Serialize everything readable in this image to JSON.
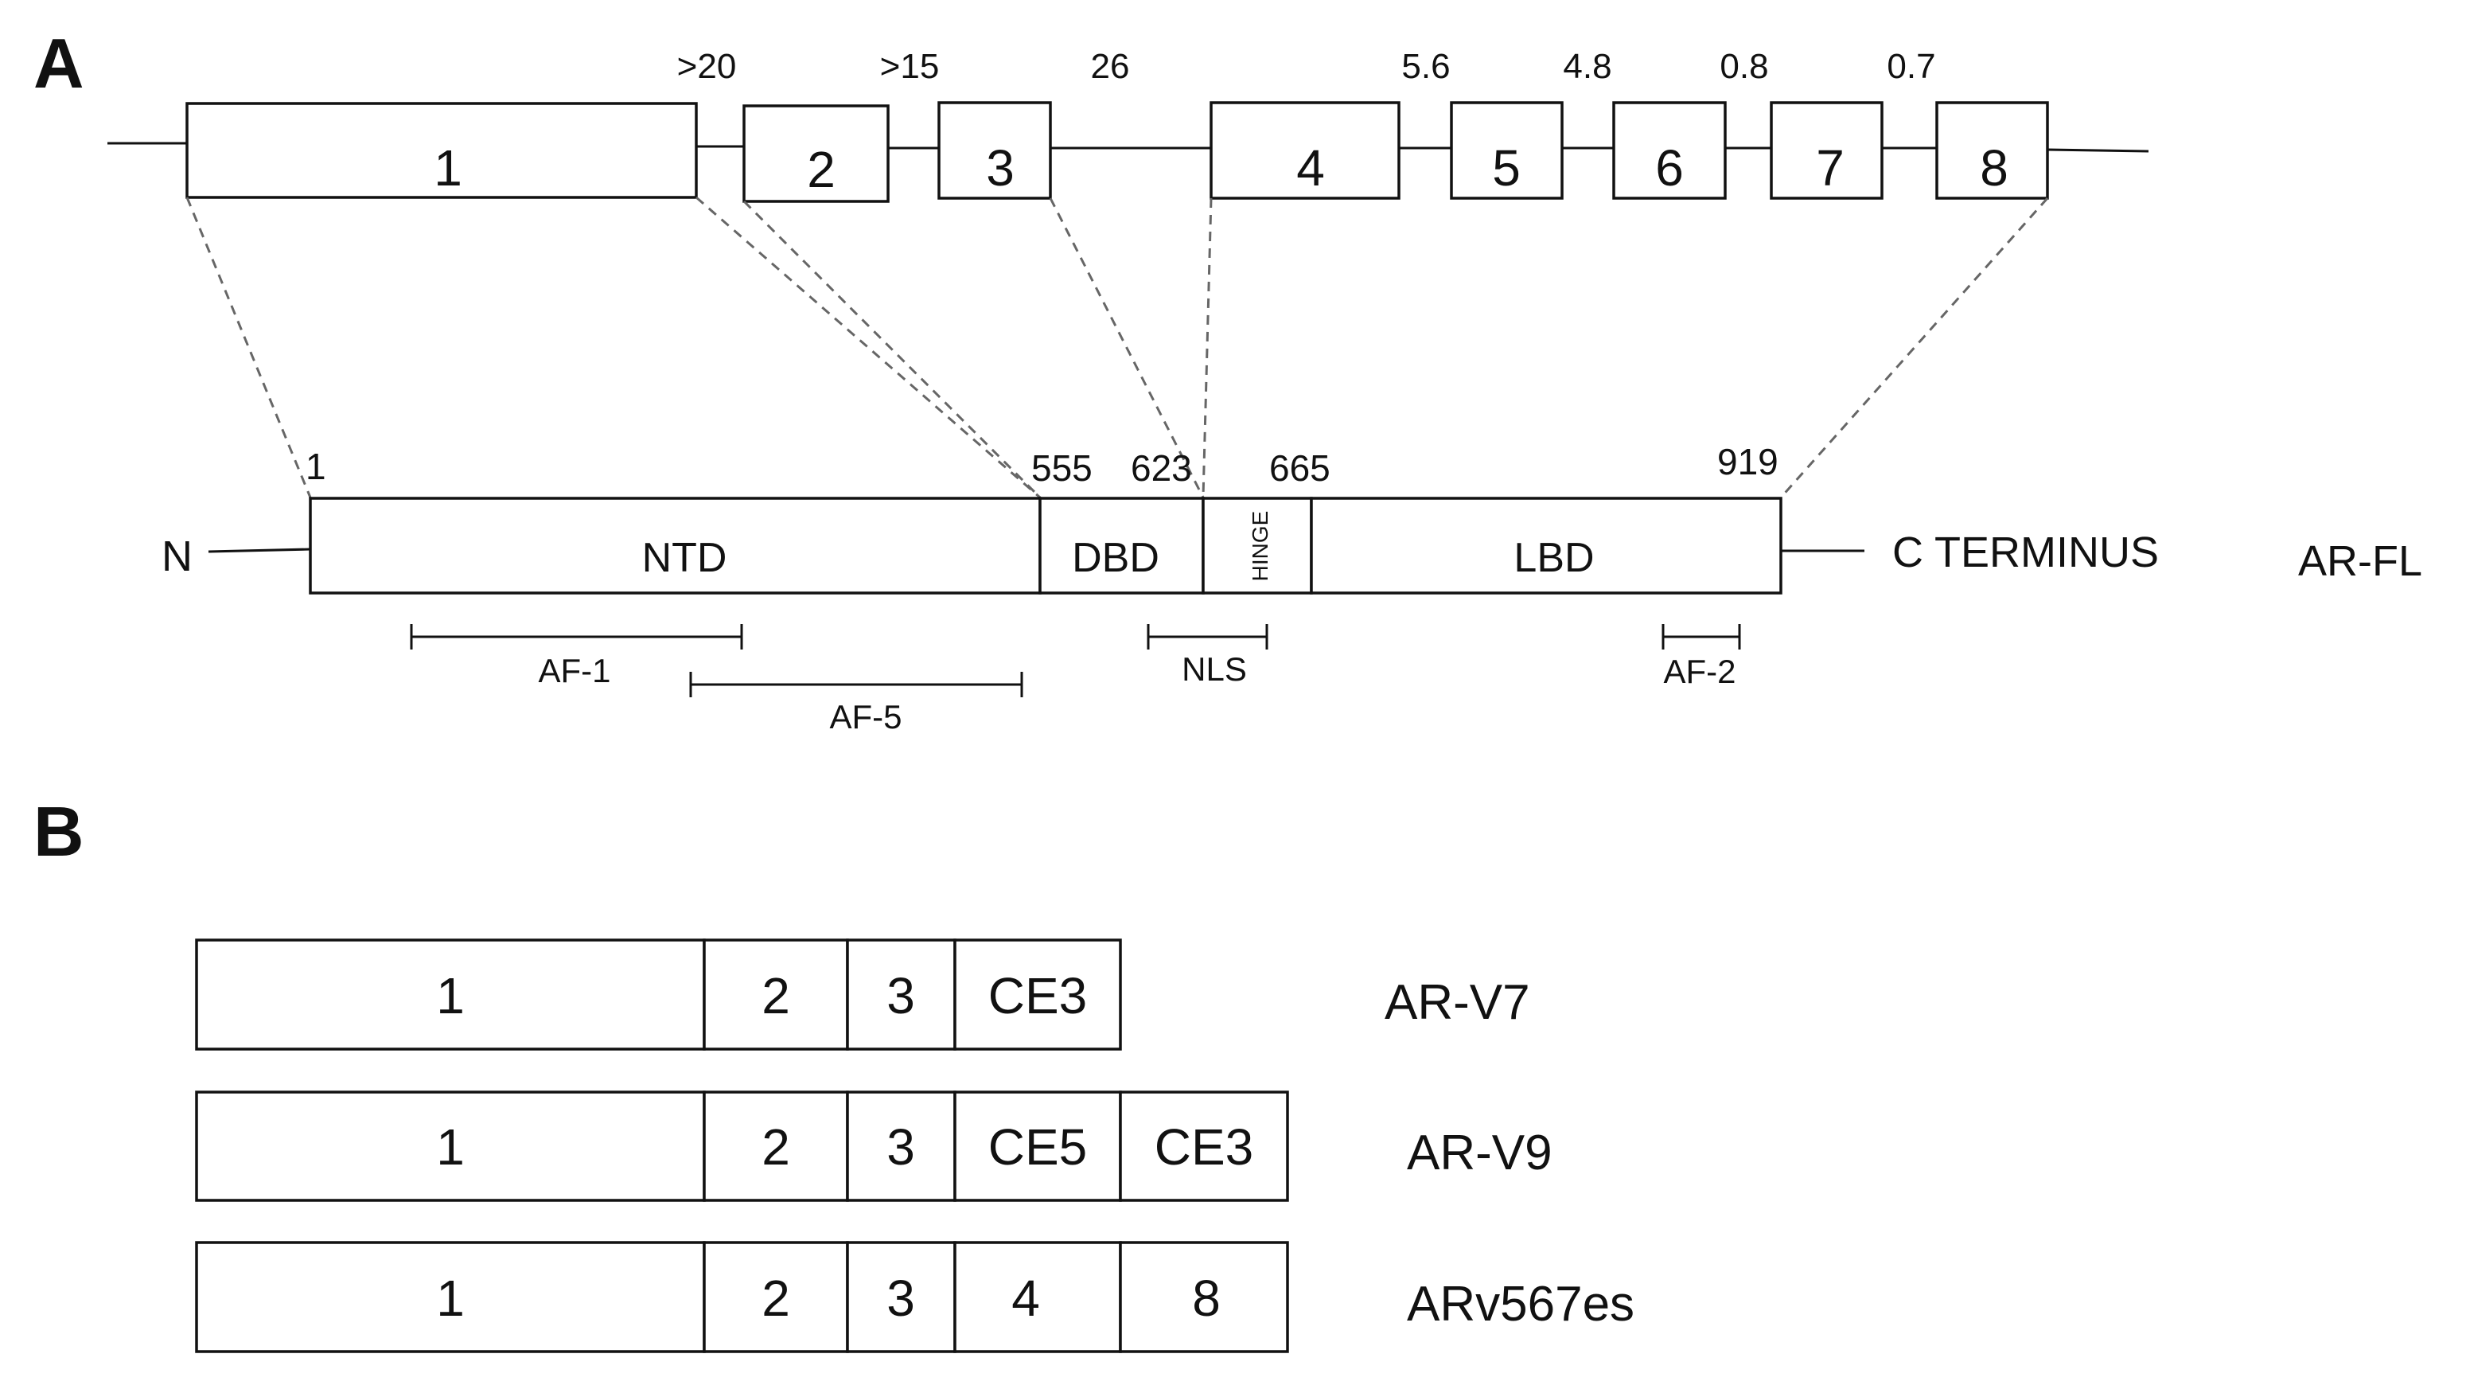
{
  "panels": {
    "a": {
      "label": "A"
    },
    "b": {
      "label": "B"
    }
  },
  "gene": {
    "exons": [
      "1",
      "2",
      "3",
      "4",
      "5",
      "6",
      "7",
      "8"
    ],
    "intron_sizes": [
      ">20",
      ">15",
      "26",
      "5.6",
      "4.8",
      "0.8",
      "0.7"
    ]
  },
  "protein": {
    "name": "AR-FL",
    "n_terminus": "N",
    "c_terminus": "C TERMINUS",
    "residues": [
      "1",
      "555",
      "623",
      "665",
      "919"
    ],
    "domains": {
      "ntd": "NTD",
      "dbd": "DBD",
      "hinge": "HINGE",
      "lbd": "LBD"
    },
    "subregions": {
      "af1": "AF-1",
      "af5": "AF-5",
      "nls": "NLS",
      "af2": "AF-2"
    }
  },
  "variants": [
    {
      "name": "AR-V7",
      "cells": [
        "1",
        "2",
        "3",
        "CE3"
      ]
    },
    {
      "name": "AR-V9",
      "cells": [
        "1",
        "2",
        "3",
        "CE5",
        "CE3"
      ]
    },
    {
      "name": "ARv567es",
      "cells": [
        "1",
        "2",
        "3",
        "4",
        "8"
      ]
    }
  ],
  "colors": {
    "stroke": "#111111",
    "connector": "#666666",
    "fill": "#ffffff"
  }
}
